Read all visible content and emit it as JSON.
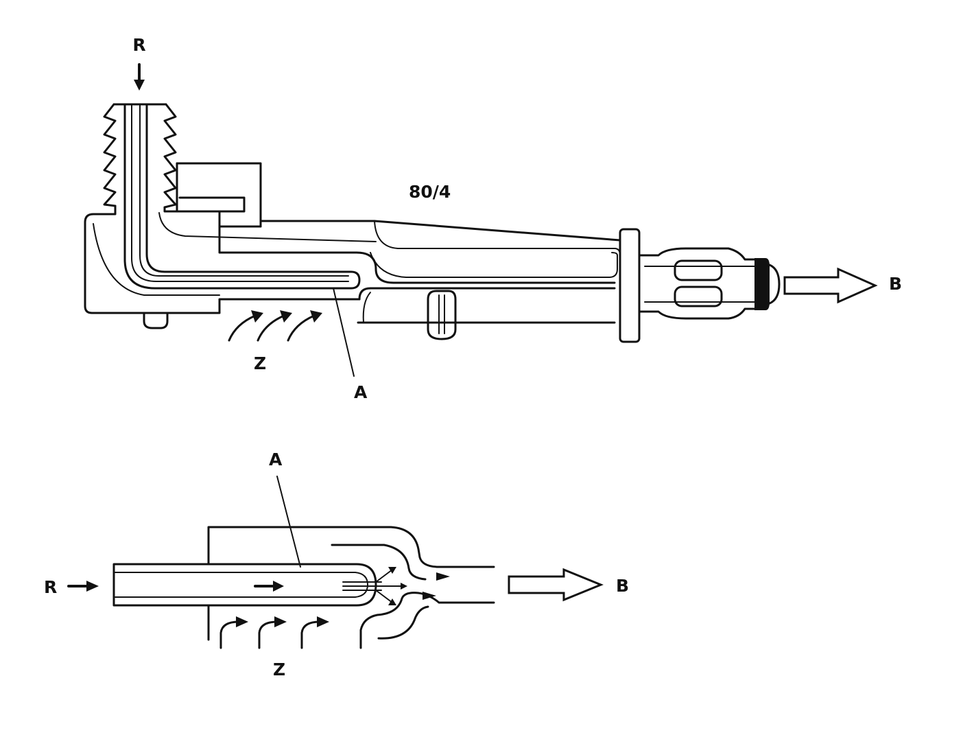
{
  "figure_id": "80/4",
  "top_view": {
    "labels": {
      "r": "R",
      "z": "Z",
      "a": "A",
      "b": "B"
    }
  },
  "detail_view": {
    "labels": {
      "r": "R",
      "z": "Z",
      "a": "A",
      "b": "B"
    }
  },
  "colors": {
    "line": "#111111",
    "background": "#ffffff"
  }
}
